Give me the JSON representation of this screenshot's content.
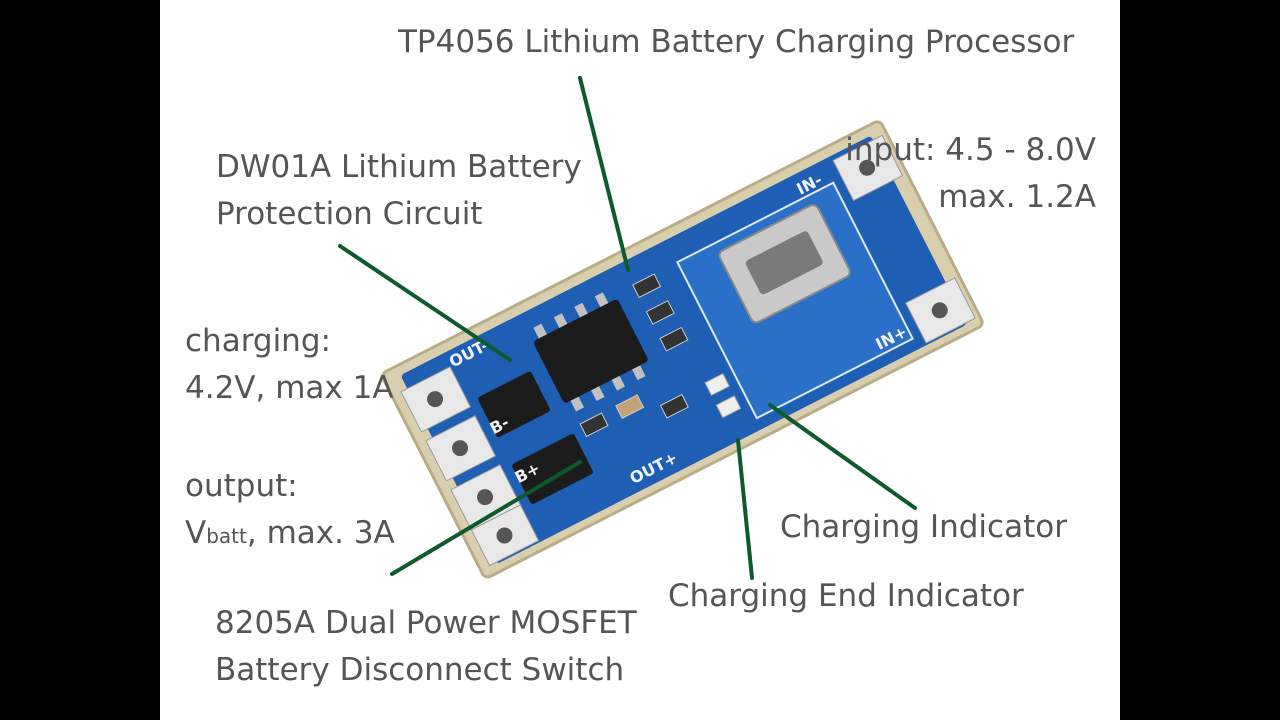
{
  "labels": {
    "tp4056": "TP4056 Lithium Battery Charging Processor",
    "dw01a_line1": "DW01A Lithium Battery",
    "dw01a_line2": "Protection Circuit",
    "input_line1": "input: 4.5 - 8.0V",
    "input_line2": "max. 1.2A",
    "charging_line1": "charging:",
    "charging_line2": "4.2V, max 1A",
    "output_line1": "output:",
    "output_v": "V",
    "output_sub": "batt",
    "output_rest": ", max. 3A",
    "charging_indicator": "Charging Indicator",
    "charging_end": "Charging End Indicator",
    "mosfet_line1": "8205A Dual Power MOSFET",
    "mosfet_line2": "Battery Disconnect Switch"
  },
  "board": {
    "silk_in_minus": "IN-",
    "silk_in_plus": "IN+",
    "silk_out_minus": "OUT-",
    "silk_out_plus": "OUT+",
    "silk_b_minus": "B-",
    "silk_b_plus": "B+"
  },
  "colors": {
    "pcb": "#1e5fb4",
    "leader": "#0c5a2e",
    "text": "#555555"
  }
}
